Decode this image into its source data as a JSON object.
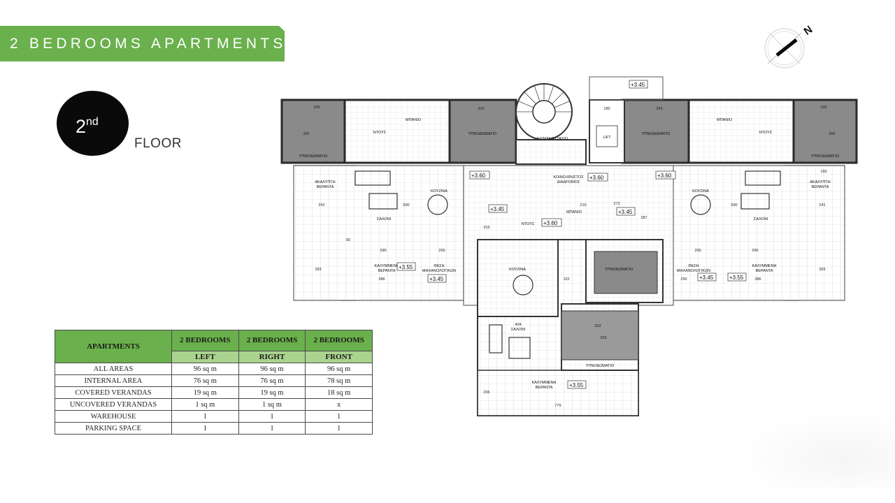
{
  "header": {
    "title": "2 BEDROOMS APARTMENTS"
  },
  "floor": {
    "number": "2",
    "suffix": "nd",
    "word": "FLOOR"
  },
  "compass": {
    "label": "N"
  },
  "plan": {
    "rooms": {
      "ypnodomatio": "ΥΠΝΟΔΩΜΑΤΙΟ",
      "mpanio": "ΜΠΑΝΙΟ",
      "ntous": "ΝΤΟΥΣ",
      "kouzina": "ΚΟΥΖΙΝΑ",
      "saloni": "ΣΑΛΟΝΙ",
      "klimakostasio": "ΚΛΙΜΑΚΟΣΤΑΣΙΟ",
      "lift": "LIFT",
      "koinoxristos": "ΚΟΙΝΟΧΡΗΣΤΟΣ",
      "diadromos": "ΔΙΑΔΡΟΜΟΣ",
      "akalypti": "ΑΚΑΛΥΠΤΗ",
      "kalymmeni": "ΚΑΛΥΜΜΕΝΗ",
      "veranta": "ΒΕΡΑΝΤΑ",
      "thesi": "ΘΕΣΗ",
      "mixanologikon": "ΜΗΧΑΝΟΛΟΓΙΚΩΝ"
    },
    "levels": {
      "l345": "+3.45",
      "l360": "+3.60",
      "l355": "+3.55"
    },
    "dims": {
      "d305": "305",
      "d300": "300",
      "d310": "310",
      "d343": "343",
      "d160": "160",
      "d180": "180",
      "d590": "590",
      "d241": "241",
      "d290": "290",
      "d200": "200",
      "d386": "386",
      "d404": "404",
      "d363": "363",
      "d320": "320",
      "d779": "779",
      "d210": "210",
      "d273": "273",
      "d250": "250",
      "d60": "60",
      "d110": "110",
      "d393": "393",
      "d206": "206",
      "d315": "315",
      "d287": "287"
    }
  },
  "table": {
    "header_apartments": "APARTMENTS",
    "groups": [
      "2 BEDROOMS",
      "2 BEDROOMS",
      "2 BEDROOMS"
    ],
    "sub": [
      "LEFT",
      "RIGHT",
      "FRONT"
    ],
    "rows": [
      {
        "label": "ALL AREAS",
        "values": [
          "96 sq m",
          "96 sq m",
          "96 sq m"
        ]
      },
      {
        "label": "INTERNAL AREA",
        "values": [
          "76 sq m",
          "76 sq m",
          "78 sq m"
        ]
      },
      {
        "label": "COVERED VERANDAS",
        "values": [
          "19 sq m",
          "19 sq m",
          "18 sq m"
        ]
      },
      {
        "label": "UNCOVERED VERANDAS",
        "values": [
          "1 sq m",
          "1 sq m",
          "x"
        ]
      },
      {
        "label": "WAREHOUSE",
        "values": [
          "1",
          "1",
          "1"
        ]
      },
      {
        "label": "PARKING SPACE",
        "values": [
          "1",
          "1",
          "1"
        ]
      }
    ]
  },
  "colors": {
    "accent": "#6ab04c",
    "accent_light": "#a9d38e",
    "wall": "#3a3a3a",
    "room_fill": "#8a8a8a"
  }
}
